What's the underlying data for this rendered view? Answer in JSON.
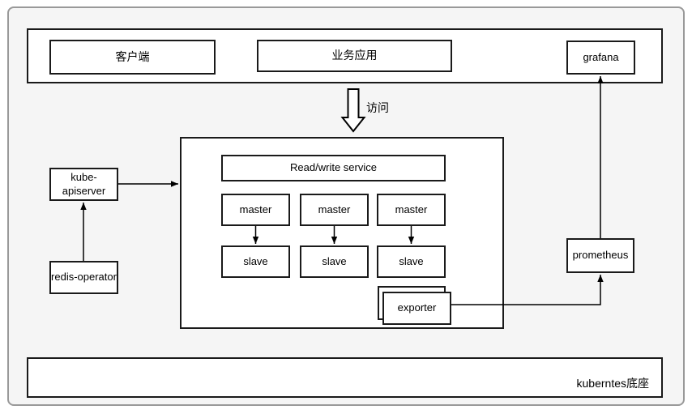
{
  "top_bar": {
    "client": "客户端",
    "business_app": "业务应用",
    "grafana": "grafana"
  },
  "access_arrow_label": "访问",
  "cluster": {
    "service_label": "Read/write service",
    "masters": [
      "master",
      "master",
      "master"
    ],
    "slaves": [
      "slave",
      "slave",
      "slave"
    ],
    "exporter_label": "exporter"
  },
  "left_column": {
    "kube_apiserver": "kube-\napiserver",
    "redis_operator": "redis-operator"
  },
  "monitoring": {
    "prometheus": "prometheus"
  },
  "platform": {
    "label": "kuberntes底座"
  },
  "colors": {
    "box_border": "#1a1a1a",
    "frame_border": "#999999",
    "canvas_bg": "#f5f5f5",
    "box_bg": "#ffffff",
    "connector": "#000000"
  }
}
